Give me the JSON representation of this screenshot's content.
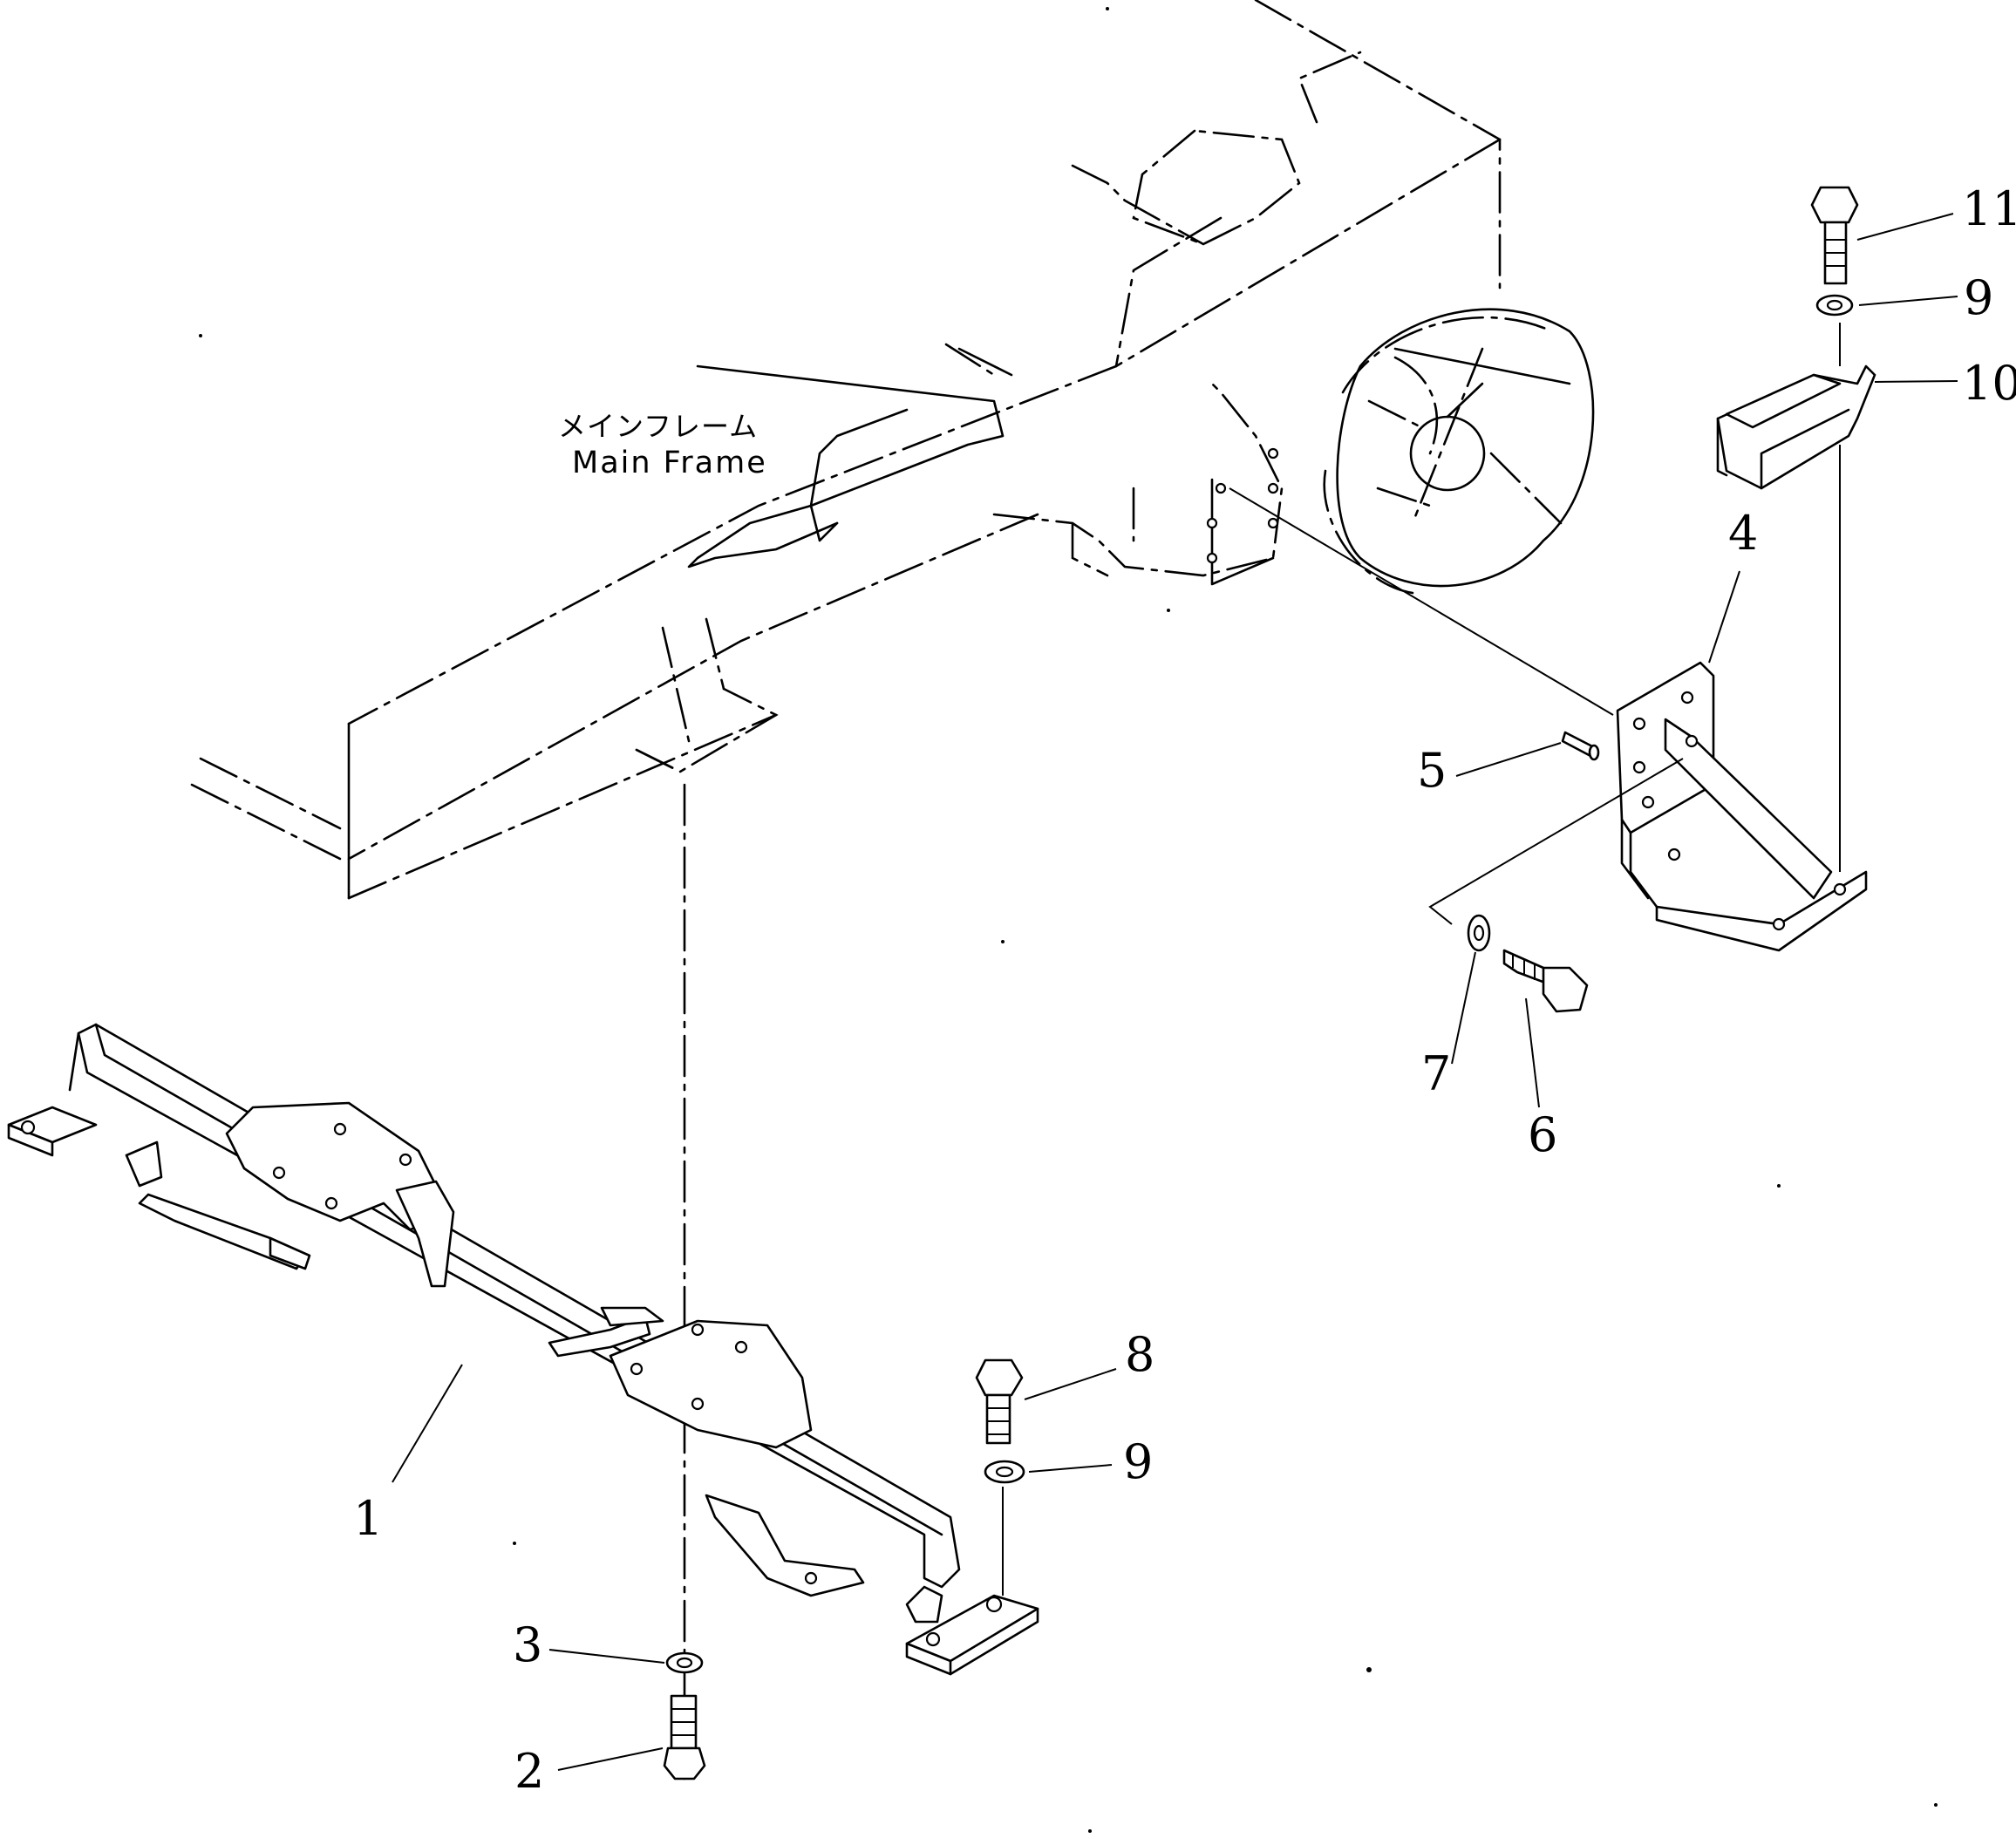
{
  "main_frame": {
    "label_jp": "メインフレーム",
    "label_en": "Main Frame"
  },
  "callouts": [
    {
      "id": "part-1",
      "label": "1"
    },
    {
      "id": "part-2",
      "label": "2"
    },
    {
      "id": "part-3",
      "label": "3"
    },
    {
      "id": "part-4",
      "label": "4"
    },
    {
      "id": "part-5",
      "label": "5"
    },
    {
      "id": "part-6",
      "label": "6"
    },
    {
      "id": "part-7",
      "label": "7"
    },
    {
      "id": "part-8",
      "label": "8"
    },
    {
      "id": "part-9a",
      "label": "9"
    },
    {
      "id": "part-9b",
      "label": "9"
    },
    {
      "id": "part-10",
      "label": "10"
    },
    {
      "id": "part-11",
      "label": "11"
    }
  ]
}
